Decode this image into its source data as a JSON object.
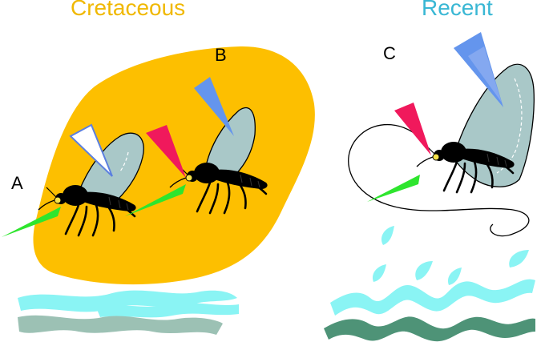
{
  "headings": {
    "left": "Cretaceous",
    "right": "Recent"
  },
  "panel_labels": {
    "a": "A",
    "b": "B",
    "c": "C"
  },
  "colors": {
    "amber": "#FDBF00",
    "cretaceous_text": "#F0B800",
    "recent_text": "#39B7D4",
    "wing": "#A9C8C8",
    "insect": "#000000",
    "eye": "#F7E34A",
    "cone_green": "#2EE52E",
    "cone_red": "#F0195C",
    "cone_blue": "#6495ED",
    "cone_white_outline": "#5B7FE0",
    "water_light": "#8AF4F4",
    "water_dark_left": "#9CC1B4",
    "water_dark_right": "#4E9377"
  },
  "icons": {
    "insect": "insect-icon",
    "green_cone": "green-cone-icon",
    "red_cone": "red-cone-icon",
    "blue_cone": "blue-cone-icon",
    "white_cone": "white-cone-icon"
  }
}
